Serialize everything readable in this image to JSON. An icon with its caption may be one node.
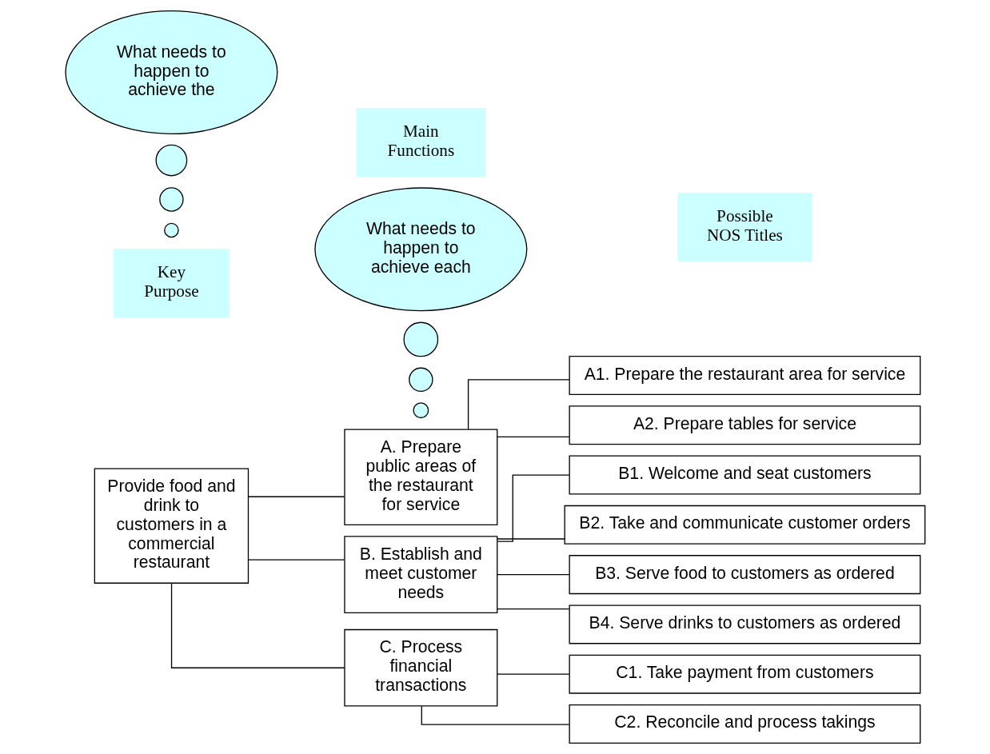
{
  "diagram": {
    "nodes": [
      {
        "text": [
          "What needs to happen to achieve the"
        ]
      },
      {
        "text": [
          "Main Functions"
        ]
      },
      {
        "text": [
          "What needs to happen to achieve each"
        ]
      },
      {
        "text": [
          "Possible NOS Titles"
        ]
      },
      {
        "text": [],
        "shape": "circle"
      },
      {
        "text": [],
        "shape": "circle"
      },
      {
        "text": [],
        "shape": "circle"
      },
      {
        "text": [],
        "shape": "circle"
      },
      {
        "text": [],
        "shape": "circle"
      },
      {
        "text": [],
        "shape": "circle"
      },
      {
        "text": [
          "Key Purpose"
        ]
      },
      {
        "text": [
          "Provide food and drink to customers in a commercial restaurant"
        ]
      },
      {
        "text": [
          "A. Prepare public areas of the restaurant for service"
        ]
      },
      {
        "text": [
          "A1. Prepare the restaurant area for service"
        ]
      },
      {
        "text": [
          "A2. Prepare tables for service"
        ]
      },
      {
        "text": [
          "B. Establish and meet customer needs"
        ]
      },
      {
        "text": [
          "B1. Welcome and seat customers"
        ]
      },
      {
        "text": [
          "B2. Take and communicate customer orders"
        ]
      },
      {
        "text": [
          "B3. Serve food to customers as ordered"
        ]
      },
      {
        "text": [
          "B4. Serve drinks to customers as ordered"
        ]
      },
      {
        "text": [
          "C. Process financial transactions"
        ]
      },
      {
        "text": [
          "C1. Take payment from customers"
        ]
      },
      {
        "text": [
          "C2. Reconcile and process takings"
        ]
      }
    ],
    "edges": [
      {
        "from": 11,
        "to": 12,
        "arrow": "none"
      },
      {
        "from": 11,
        "to": 15,
        "arrow": "none"
      },
      {
        "from": 11,
        "to": 20,
        "arrow": "none"
      },
      {
        "from": 12,
        "to": 13,
        "arrow": "none"
      },
      {
        "from": 12,
        "to": 14,
        "arrow": "none"
      },
      {
        "from": 15,
        "to": 16,
        "arrow": "none"
      },
      {
        "from": 15,
        "to": 17,
        "arrow": "none"
      },
      {
        "from": 15,
        "to": 18,
        "arrow": "none"
      },
      {
        "from": 15,
        "to": 19,
        "arrow": "none"
      },
      {
        "from": 20,
        "to": 21,
        "arrow": "none"
      },
      {
        "from": 20,
        "to": 22,
        "arrow": "none"
      }
    ]
  }
}
